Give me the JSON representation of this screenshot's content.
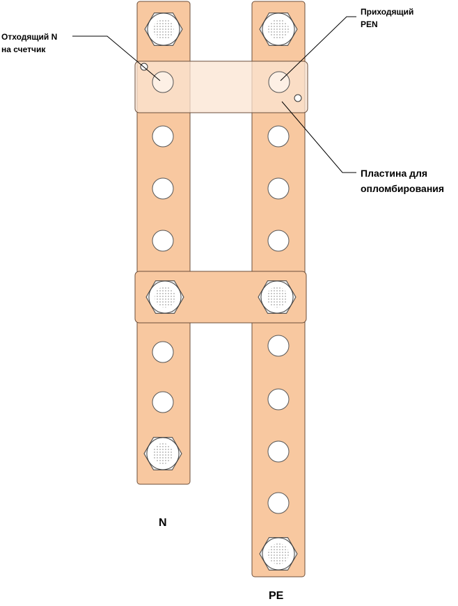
{
  "labels": {
    "outgoing_n_line1": "Отходящий N",
    "outgoing_n_line2": "на счетчик",
    "incoming_pen_line1": "Приходящий",
    "incoming_pen_line2": "PEN",
    "plate_line1": "Пластина для",
    "plate_line2": "опломбирования",
    "bus_n": "N",
    "bus_pe": "PE"
  },
  "colors": {
    "copper": "#f8c8a0",
    "copper_border": "#6b4e3a",
    "seal_plate": "#fbe4d2",
    "hole": "#ffffff",
    "bolt": "#eeeeee",
    "leader_line": "#000000"
  },
  "icons": {
    "bolt": "hex-bolt-icon",
    "hole": "mounting-hole-icon"
  }
}
